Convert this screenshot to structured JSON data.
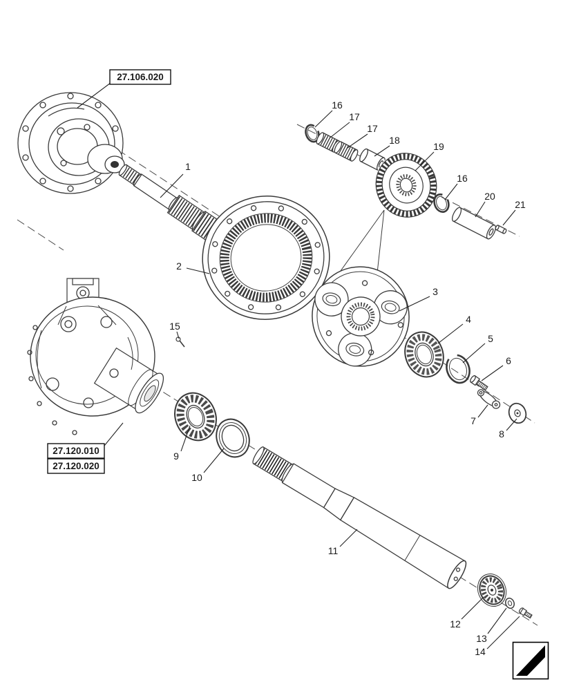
{
  "page": {
    "background": "#ffffff"
  },
  "refs": {
    "diff_housing": "27.106.020",
    "axle_housing_1": "27.120.010",
    "axle_housing_2": "27.120.020"
  },
  "callouts": [
    {
      "num": "1"
    },
    {
      "num": "2"
    },
    {
      "num": "3"
    },
    {
      "num": "4"
    },
    {
      "num": "5"
    },
    {
      "num": "6"
    },
    {
      "num": "7"
    },
    {
      "num": "8"
    },
    {
      "num": "9"
    },
    {
      "num": "10"
    },
    {
      "num": "11"
    },
    {
      "num": "12"
    },
    {
      "num": "13"
    },
    {
      "num": "14"
    },
    {
      "num": "15"
    },
    {
      "num": "16"
    },
    {
      "num": "17"
    },
    {
      "num": "17"
    },
    {
      "num": "18"
    },
    {
      "num": "19"
    },
    {
      "num": "16"
    },
    {
      "num": "20"
    },
    {
      "num": "21"
    }
  ],
  "colors": {
    "line": "#3a3a3a",
    "text": "#1a1a1a",
    "marker": "#000000"
  }
}
